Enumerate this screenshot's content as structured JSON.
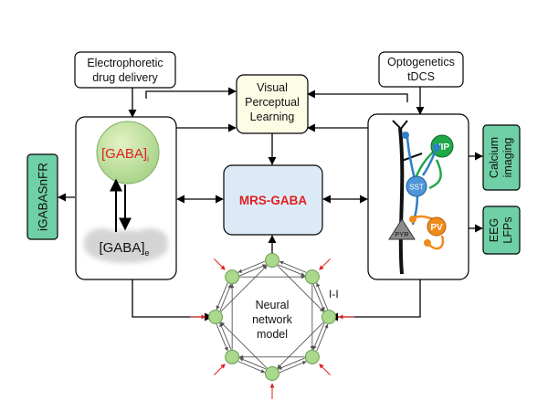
{
  "boxes": {
    "drug_delivery": {
      "line1": "Electrophoretic",
      "line2": "drug delivery"
    },
    "optogenetics": {
      "line1": "Optogenetics",
      "line2": "tDCS"
    },
    "vpl": {
      "line1": "Visual",
      "line2": "Perceptual",
      "line3": "Learning"
    },
    "mrs_gaba": {
      "label": "MRS-GABA"
    },
    "igabasnfr": {
      "label": "iGABASnFR"
    },
    "calcium": {
      "line1": "Calcium",
      "line2": "imaging"
    },
    "eeg": {
      "line1": "EEG",
      "line2": "LFPs"
    }
  },
  "gaba": {
    "intra": "[GABA]",
    "intra_sub": "i",
    "extra": "[GABA]",
    "extra_sub": "e"
  },
  "cells": {
    "vip": "VIP",
    "sst": "SST",
    "pv": "PV",
    "pyr": "PYR"
  },
  "network": {
    "line1": "Neural",
    "line2": "network",
    "line3": "model",
    "ii": "I-I"
  },
  "colors": {
    "teal_fill": "#6fcfa6",
    "yellow_fill": "#fdfde6",
    "blue_fill": "#dbeaf6",
    "red_text": "#e02020",
    "node_fill": "#a8d98c",
    "vip_green": "#1fa84a",
    "sst_blue": "#2f7fc8",
    "pv_orange": "#f08a1c"
  }
}
